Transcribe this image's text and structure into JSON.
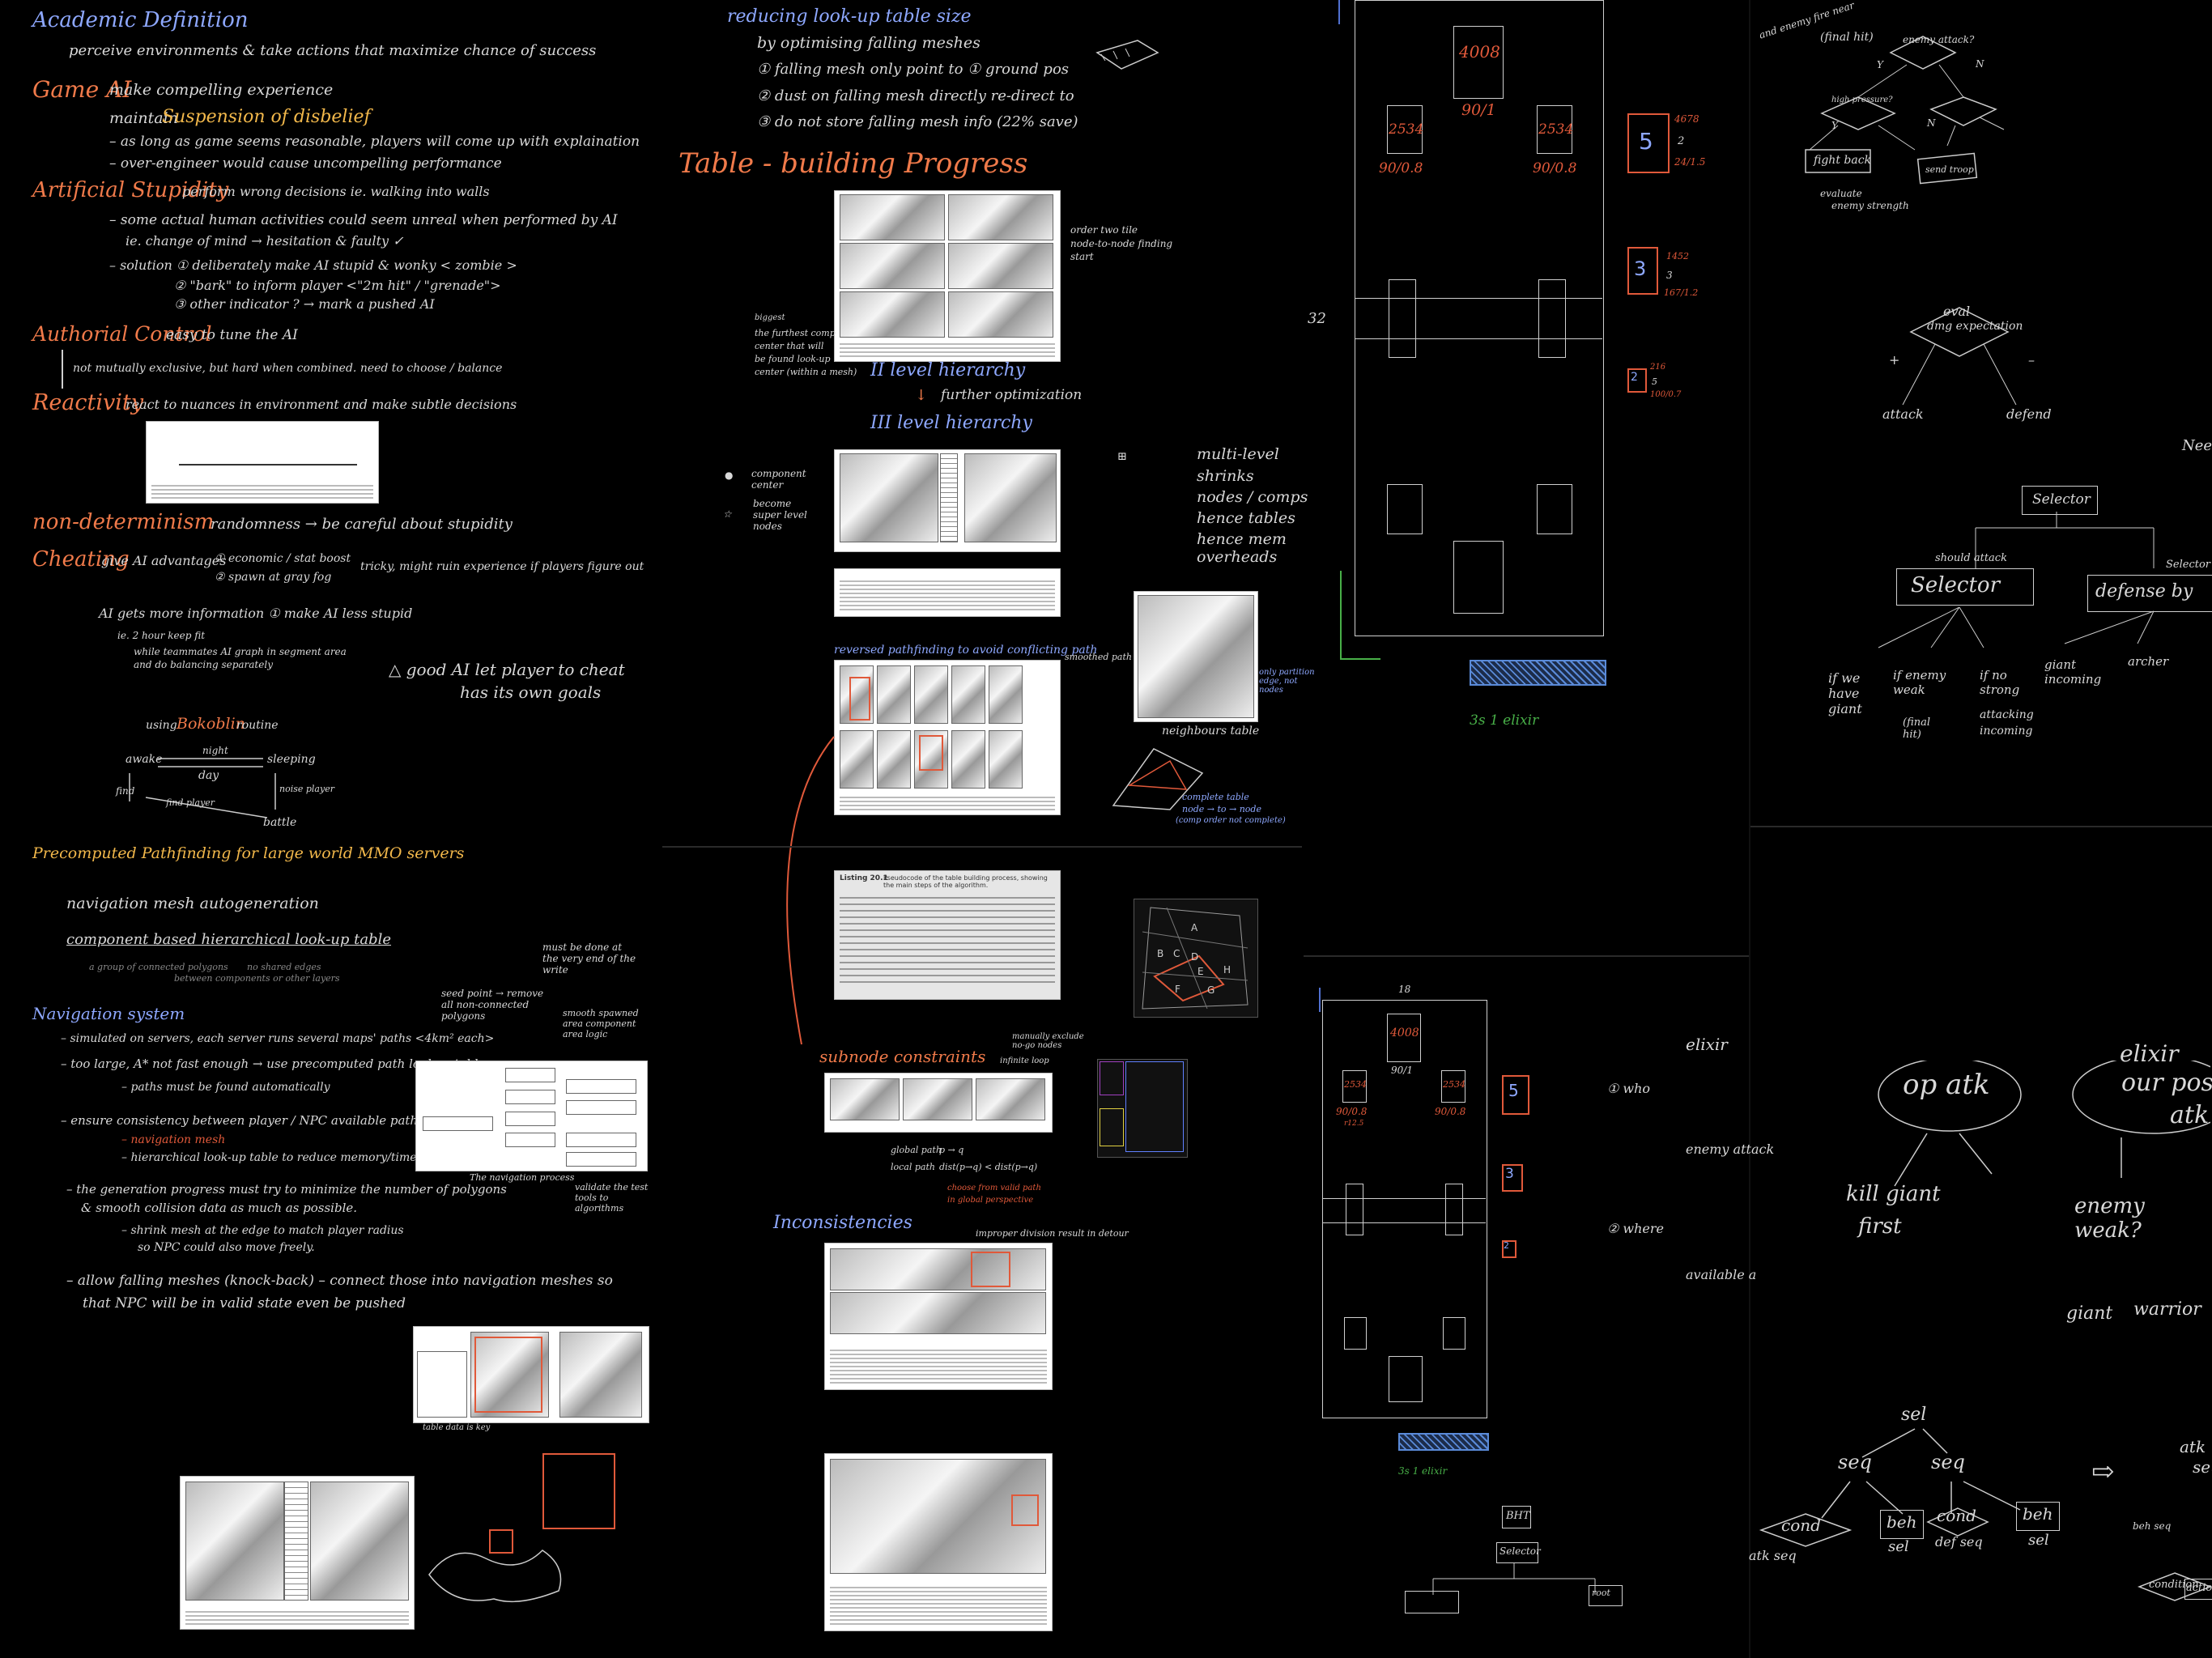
{
  "col1": {
    "academic_title": "Academic Definition",
    "academic_desc": "perceive environments & take actions that maximize chance of success",
    "game_ai_title": "Game AI",
    "game_ai_desc": "make compelling experience",
    "maintain": "maintain",
    "suspension": "Suspension of disbelief",
    "bullet_reasonable": "– as long as game seems reasonable, players will come up with explaination",
    "bullet_overengineer": "– over-engineer would cause uncompelling performance",
    "stupidity_title": "Artificial Stupidity",
    "stupidity_desc": "perform wrong decisions  ie. walking into walls",
    "stupidity_b1": "– some actual human activities could seem unreal when performed by AI",
    "stupidity_b2": "ie. change of mind → hesitation & faulty ✓",
    "solution1": "– solution ① deliberately make AI stupid & wonky  < zombie >",
    "solution2": "② \"bark\" to inform player  <\"2m hit\" / \"grenade\">",
    "solution3": "③ other indicator ? → mark a pushed AI",
    "authorial_title": "Authorial Control",
    "authorial_desc": "easy to tune the AI",
    "authorial_note": "not mutually exclusive, but hard when combined. need to choose / balance",
    "reactivity_title": "Reactivity",
    "reactivity_desc": "react to nuances in environment and make subtle decisions",
    "nondet_title": "non-determinism",
    "nondet_desc": "randomness → be careful about stupidity",
    "cheating_title": "Cheating",
    "cheating_desc": "give AI advantages",
    "cheat_opt1": "① economic / stat boost",
    "cheat_opt2": "② spawn at gray fog",
    "cheat_tricky": "tricky, might ruin experience if players figure out",
    "more_info": "AI gets more information  ① make AI less stupid",
    "more_info_ex": "ie. 2 hour keep fit",
    "more_info_ex2": "while teammates AI graph in segment area",
    "more_info_ex3": "and do balancing separately",
    "good_ai": "△ good AI let player to cheat",
    "own_goals": "has its own goals",
    "bokoblin_prefix": "using",
    "bokoblin": "Bokoblin",
    "bokoblin_suffix": "routine",
    "fsm_awake": "awake",
    "fsm_sleeping": "sleeping",
    "fsm_night": "night",
    "fsm_day": "day",
    "fsm_noise": "noise player",
    "fsm_find": "find",
    "fsm_battle": "battle",
    "fsm_player": "find player",
    "precomp_title": "Precomputed Pathfinding for large world MMO servers",
    "navmesh_gen": "navigation mesh autogeneration",
    "component_lookup": "component based hierarchical look-up table",
    "component_note1": "a group of connected polygons",
    "component_note2": "no shared edges",
    "component_note3": "between components or other layers",
    "nav_system": "Navigation system",
    "nav_b1": "– simulated on servers, each server runs several maps' paths <4km² each>",
    "nav_b2": "– too large, A* not fast enough → use precomputed path lookup table",
    "nav_b2a": "– paths must be found automatically",
    "nav_b3": "– ensure consistency between player / NPC available paths",
    "nav_b3a": "– navigation mesh",
    "nav_b3b": "– hierarchical look-up table to reduce memory/time cost",
    "nav_b4": "– the generation progress must try to minimize the number of polygons",
    "nav_b4b": "& smooth collision data as much as possible.",
    "nav_b4c": "– shrink mesh at the edge to match player radius",
    "nav_b4d": "so NPC could also move freely.",
    "nav_b5": "– allow falling meshes (knock-back) – connect those into navigation meshes so",
    "nav_b5b": "that NPC will be in valid state even be pushed",
    "seed_point": "seed point → remove all non-connected polygons",
    "must_be_done": "must be done at the very end of the write",
    "smooth_spawn": "smooth spawned area component area logic",
    "validate": "validate the test tools to algorithms",
    "nav_process_caption": "The navigation process",
    "table_data_note": "table data is key"
  },
  "col2": {
    "reducing_title": "reducing look-up table size",
    "by_optimising": "by optimising falling meshes",
    "opt1": "① falling mesh only point to ① ground pos",
    "opt2": "② dust on falling mesh directly re-direct to",
    "opt3": "③ do not store falling mesh info (22% save)",
    "table_building": "Table - building Progress",
    "order_two": "order two tile",
    "node_to_node": "node-to-node finding",
    "start": "start",
    "biggest": "biggest",
    "furthest": "the furthest comp",
    "center": "center that will",
    "be_found": "be found look-up",
    "center2": "center (within a mesh)",
    "level2": "II level hierarchy",
    "further_opt": "further optimization",
    "level3": "III level hierarchy",
    "component_center": "component center",
    "become_super": "become super level nodes",
    "multi_level": "multi-level",
    "shrinks": "shrinks",
    "nodes_comps": "nodes / comps",
    "hence_tables": "hence tables",
    "hence_mem": "hence mem",
    "overheads": "overheads",
    "reversed": "reversed pathfinding to avoid conflicting path",
    "smoothed": "smoothed path",
    "only_partition": "only partition edge, not nodes",
    "neighbours": "neighbours table",
    "complete_table": "complete table",
    "node_to_node2": "node → to → node",
    "comp_order": "(comp order not complete)",
    "listing_title": "Listing 20.1",
    "listing_desc": "Pseudocode of the table building process, showing the main steps of the algorithm.",
    "subnode": "subnode constraints",
    "manually_exclude": "manually exclude no-go nodes",
    "infinite_loop": "infinite loop",
    "global_path": "global path",
    "local_path": "local path",
    "pp_q": "p → q",
    "dist": "dist(p→q) < dist(p→q)",
    "choose_from": "choose from valid path",
    "global_persp": "in global perspective",
    "inconsistencies": "Inconsistencies",
    "improper": "improper division result in detour",
    "col_label_A": "A",
    "col_label_B": "B",
    "col_label_C": "C",
    "col_label_D": "D",
    "col_label_E": "E",
    "col_label_F": "F",
    "col_label_G": "G",
    "col_label_H": "H"
  },
  "col3": {
    "tower_4008": "4008",
    "tower_901": "90/1",
    "tower_2534a": "2534",
    "tower_2534b": "2534",
    "tower_9018a": "90/0.8",
    "tower_9018b": "90/0.8",
    "card5": "5",
    "card5_n1": "4678",
    "card5_n2": "2",
    "card5_n3": "24/1.5",
    "card3": "3",
    "card3_n1": "1452",
    "card3_n2": "3",
    "card3_n3": "167/1.2",
    "card2": "2",
    "card2_n1": "216",
    "card2_n2": "5",
    "card2_n3": "100/0.7",
    "side32": "32",
    "elixir3": "3s 1 elixir",
    "small_18": "18",
    "small_4008": "4008",
    "small_901": "90/1",
    "small_2534a": "2534",
    "small_2534b": "2534",
    "small_9018a": "90/0.8",
    "small_9018b": "90/0.8",
    "small_r": "r12.5",
    "small_card5": "5",
    "small_card3": "3",
    "small_card2": "2",
    "elixir_small": "3s 1 elixir",
    "elixir_note": "elixir",
    "who": "① who",
    "enemy_attack": "enemy attack",
    "where": "② where",
    "available": "available a",
    "bht": "BHT",
    "selector_box": "Selector",
    "root": "root"
  },
  "col4": {
    "title_enemy": "and enemy fire near",
    "enemy_attack": "enemy attack?",
    "final_hit": "(final hit)",
    "fight_back": "fight back",
    "send_troop": "send troop",
    "evaluate": "evaluate",
    "enemy_strength": "enemy strength",
    "high_pressure": "high pressure?",
    "y1": "Y",
    "n1": "N",
    "y2": "Y",
    "n2": "N",
    "eval_title": "eval",
    "eval_sub": "dmg expectation",
    "plus": "+",
    "minus": "–",
    "attack": "attack",
    "defend": "defend",
    "selector_top": "Selector",
    "should_attack": "should attack",
    "selector_mid": "Selector",
    "defense_by": "defense by",
    "selector_right": "Selector",
    "need": "Need",
    "if_we_have_giant": "if we have giant",
    "if_enemy_weak": "if enemy weak",
    "if_no_strong": "if no strong",
    "attacking": "attacking",
    "incoming": "incoming",
    "giant_incoming": "giant incoming",
    "archer": "archer",
    "elixir": "elixir",
    "op_atk": "op atk",
    "our_pos": "our pos",
    "atk": "atk",
    "kill_giant": "kill giant",
    "first": "first",
    "enemy_weak": "enemy weak?",
    "giant": "giant",
    "warrior": "warrior",
    "sel": "sel",
    "seq1": "seq",
    "seq2": "seq",
    "cond": "cond",
    "atk_seq": "atk seq",
    "beh1": "beh",
    "sel2": "sel",
    "cond2": "cond",
    "def_seq": "def seq",
    "beh2": "beh",
    "sel3": "sel",
    "atk2": "atk",
    "seq3": "seq",
    "beh_seq": "beh seq",
    "condition": "condition",
    "action": "action",
    "arrow": "⇨"
  },
  "colors": {
    "bg": "#000000",
    "ink": "#d8d8d8",
    "orange": "#f07a4a",
    "yellow": "#f2b84b",
    "blue": "#8ea8ff",
    "green": "#48b048",
    "red": "#e0593a"
  }
}
